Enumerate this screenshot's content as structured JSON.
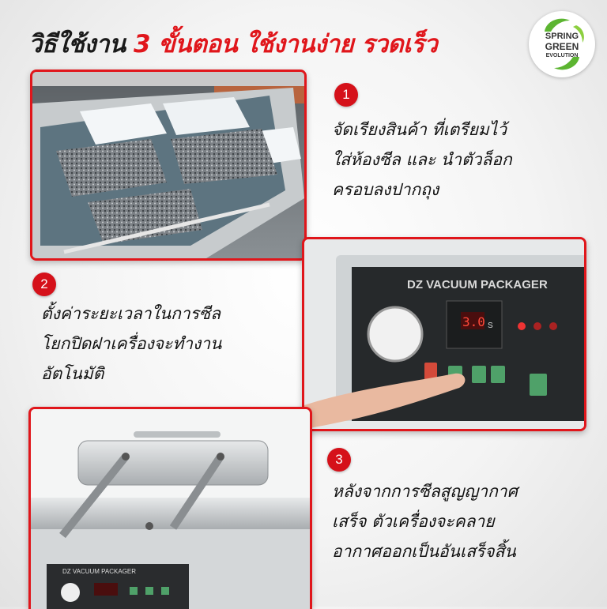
{
  "title": {
    "part1": "วิธีใช้งาน",
    "part2": "3 ขั้นตอน",
    "part3": "ใช้งานง่าย รวดเร็ว"
  },
  "logo": {
    "line1": "SPRING",
    "line2": "GREEN",
    "line3": "EVOLUTION"
  },
  "steps": [
    {
      "number": "1",
      "lines": [
        "จัดเรียงสินค้า ที่เตรียมไว้",
        "ใส่ห้องซีล และ นำตัวล็อก",
        "ครอบลงปากถุง"
      ]
    },
    {
      "number": "2",
      "lines": [
        "ตั้งค่าระยะเวลาในการซีล",
        "โยกปิดฝาเครื่องจะทำงาน",
        "อัตโนมัติ"
      ]
    },
    {
      "number": "3",
      "lines": [
        "หลังจากการซีลสูญญากาศ",
        "เสร็จ ตัวเครื่องจะคลาย",
        "อากาศออกเป็นอันเสร็จสิ้น"
      ]
    }
  ],
  "panel": {
    "brand": "DZ VACUUM PACKAGER",
    "timer": "3.0",
    "unit": "S"
  },
  "machine": {
    "brand": "DZ VACUUM PACKAGER"
  },
  "colors": {
    "accent": "#e0161b",
    "badge": "#d5111a",
    "frame": "#e0161b",
    "logo_green": "#5cb531"
  }
}
